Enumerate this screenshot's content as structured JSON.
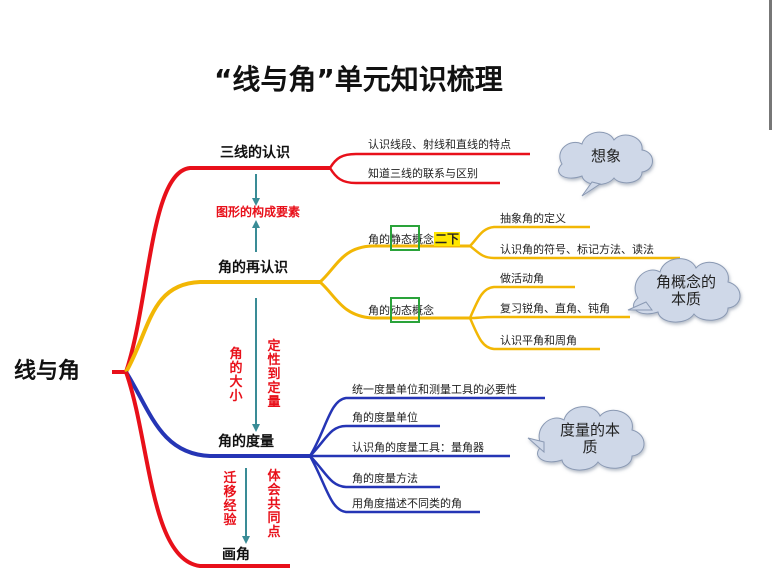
{
  "title": "“线与角”单元知识梳理",
  "root": "线与角",
  "branches": {
    "three_lines": {
      "label": "三线的认识",
      "items": [
        "认识线段、射线和直线的特点",
        "知道三线的联系与区别"
      ]
    },
    "elements": {
      "label": "图形的构成要素"
    },
    "angle_relearn": {
      "label": "角的再认识",
      "static": {
        "prefix": "角的",
        "boxed": "静态",
        "suffix": "概念",
        "tag": "二下",
        "items": [
          "抽象角的定义",
          "认识角的符号、标记方法、读法"
        ]
      },
      "dynamic": {
        "prefix": "角的",
        "boxed": "动态",
        "suffix": "概念",
        "items": [
          "做活动角",
          "复习锐角、直角、钝角",
          "认识平角和周角"
        ]
      }
    },
    "angle_measure": {
      "label": "角的度量",
      "items": [
        "统一度量单位和测量工具的必要性",
        "角的度量单位",
        "认识角的度量工具：量角器",
        "角的度量方法",
        "用角度描述不同类的角"
      ]
    },
    "draw_angle": {
      "label": "画角"
    }
  },
  "side_notes": {
    "size_of_angle": "角的大小",
    "qual_to_quant": "定性到定量",
    "transfer": "迁移经验",
    "commonality": "体会共同点"
  },
  "clouds": {
    "imagine": "想象",
    "angle_concept": "角概念的本质",
    "measure": "度量的本质"
  },
  "colors": {
    "red": "#e8101a",
    "yellow": "#f2b705",
    "blue": "#2535b5",
    "arrow": "#3a8c96",
    "cloud_fill": "#cfd8e8",
    "green_box": "#2aa33a",
    "highlight": "#ffe600"
  }
}
